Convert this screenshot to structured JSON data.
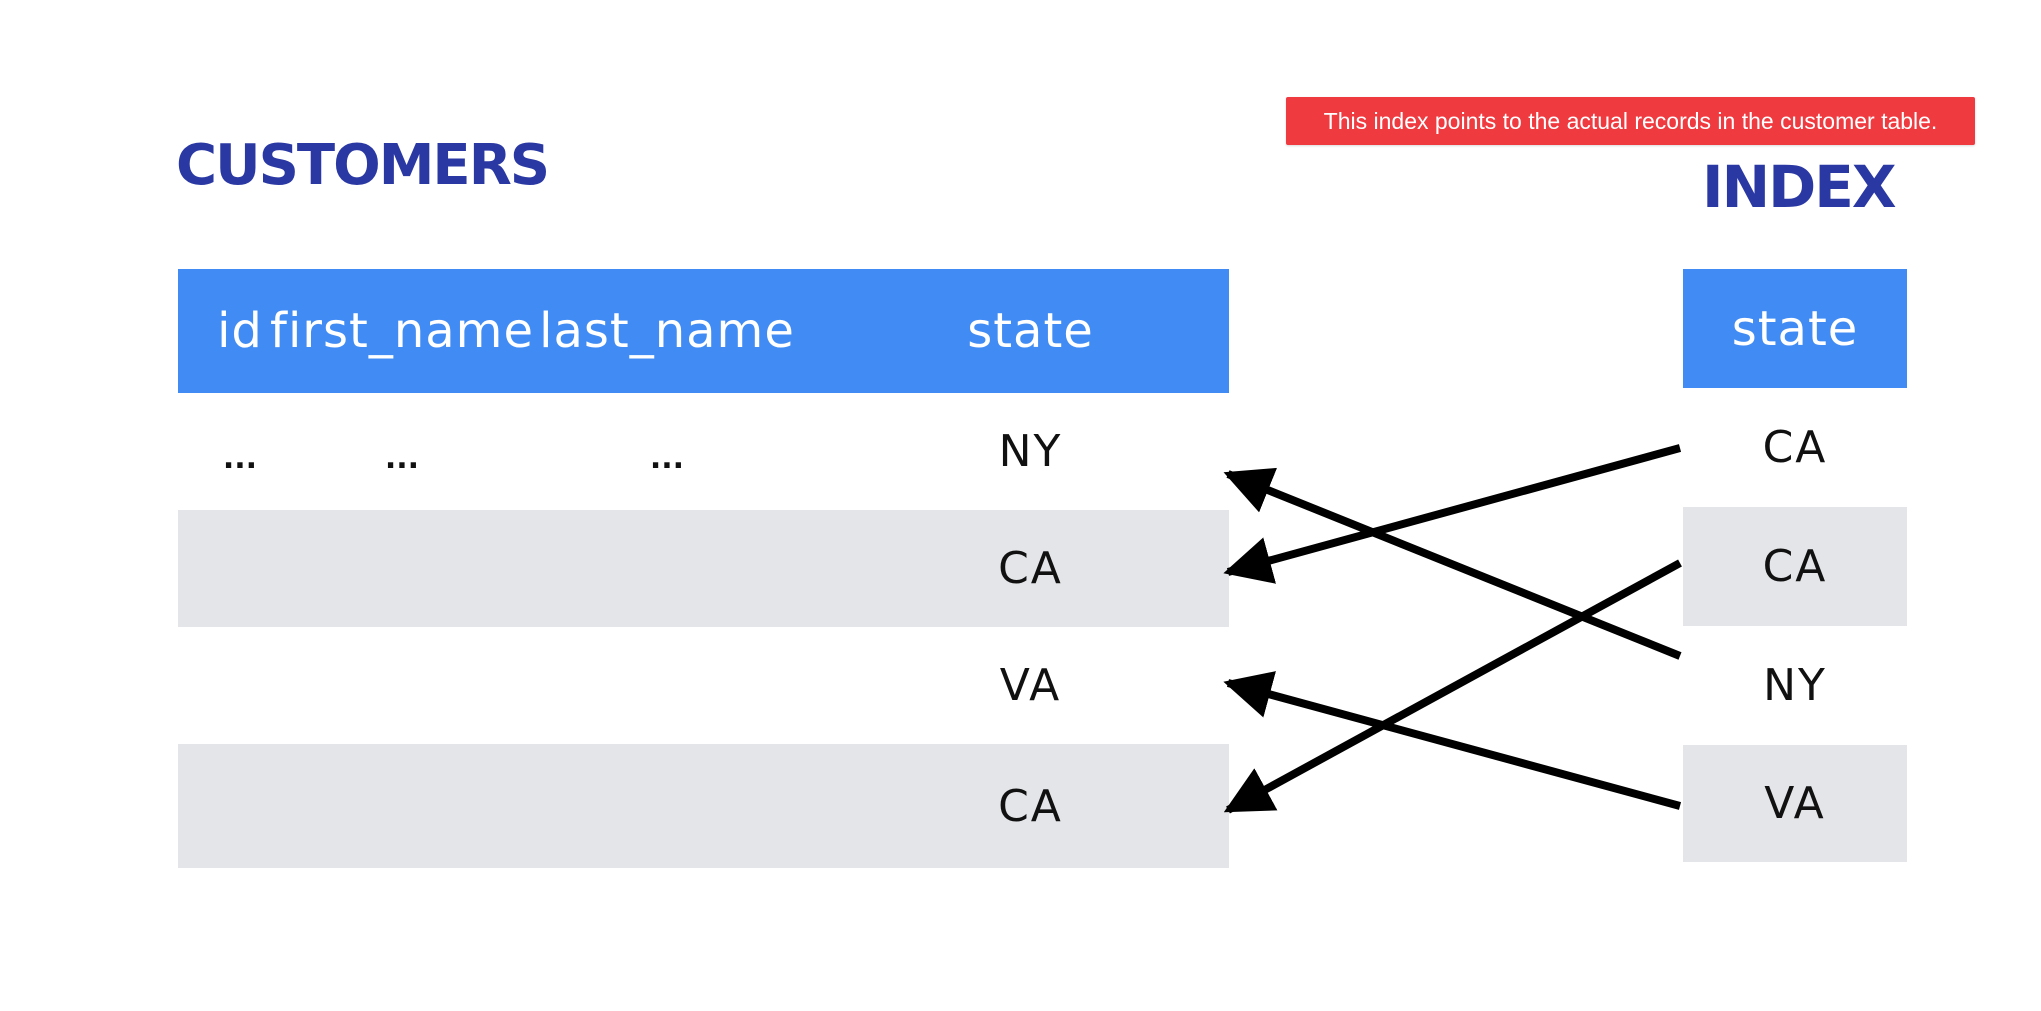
{
  "tooltip": "This index points to the actual records in the customer table.",
  "customers": {
    "title": "CUSTOMERS",
    "columns": [
      "id",
      "first_name",
      "last_name",
      "state"
    ],
    "rows": [
      [
        "...",
        "...",
        "...",
        "NY"
      ],
      [
        "",
        "",
        "",
        "CA"
      ],
      [
        "",
        "",
        "",
        "VA"
      ],
      [
        "",
        "",
        "",
        "CA"
      ]
    ]
  },
  "index": {
    "title": "INDEX",
    "column": "state",
    "rows": [
      "CA",
      "CA",
      "NY",
      "VA"
    ]
  },
  "pointers": [
    {
      "from": 1,
      "to": 2
    },
    {
      "from": 2,
      "to": 4
    },
    {
      "from": 3,
      "to": 1
    },
    {
      "from": 4,
      "to": 3
    }
  ],
  "colors": {
    "title": "#2a38a3",
    "header": "#418cf4",
    "shaded_row": "#e3e5e8",
    "tooltip": "#ef3a40",
    "arrow": "#000000"
  }
}
